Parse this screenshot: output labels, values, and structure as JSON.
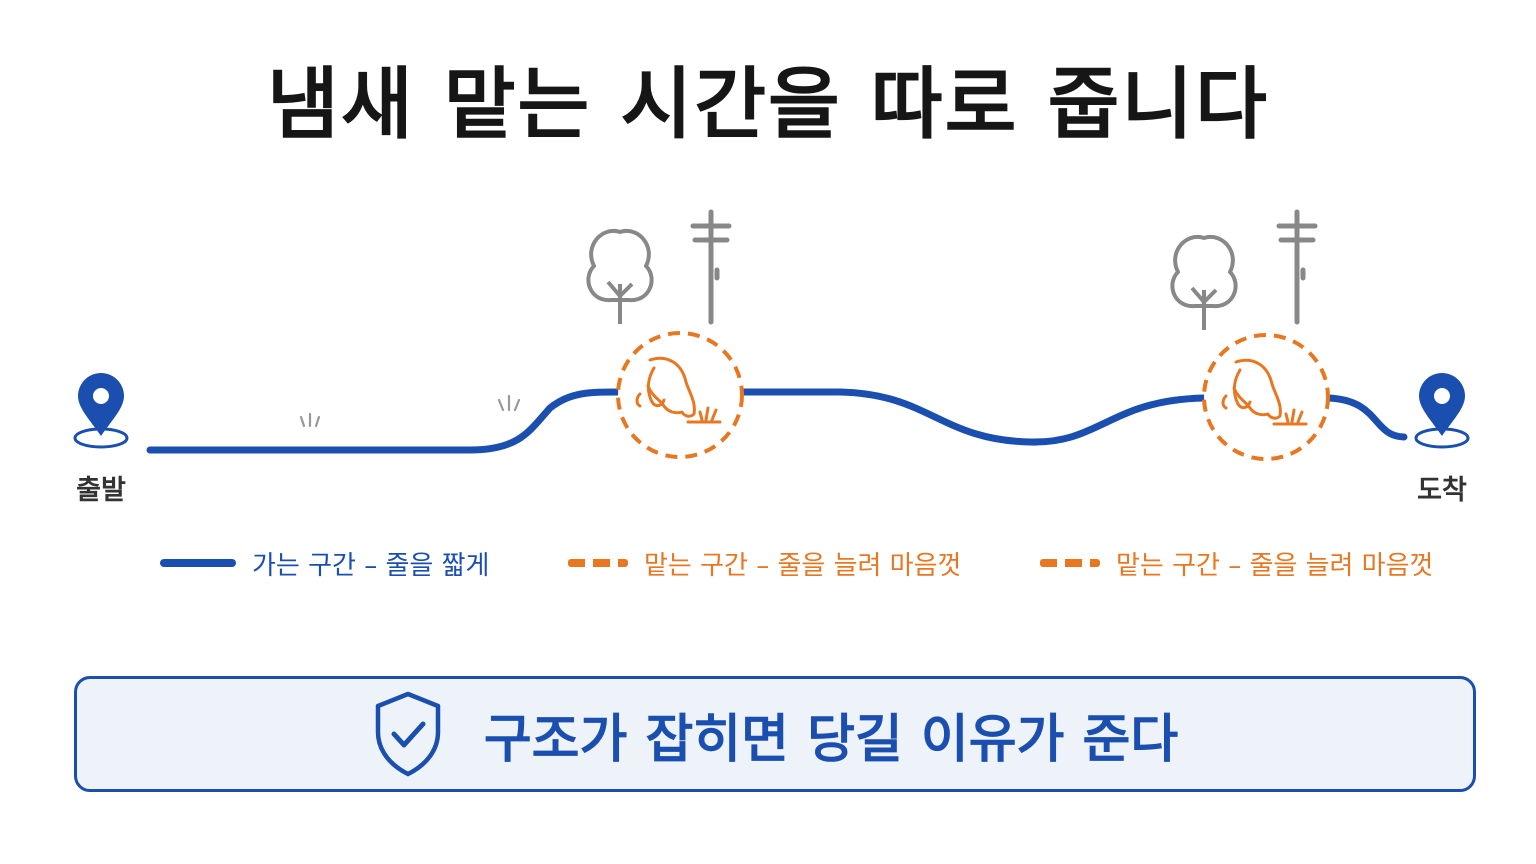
{
  "title": "냄새 맡는 시간을 따로 줍니다",
  "route": {
    "start_label": "출발",
    "end_label": "도착",
    "walk_color": "#1a4fb0",
    "sniff_color": "#e87722",
    "landmarks": [
      {
        "icons": [
          "tree-icon",
          "utility-pole-icon"
        ]
      },
      {
        "icons": [
          "tree-icon",
          "utility-pole-icon"
        ]
      }
    ],
    "sniff_stops": [
      {
        "icon": "sniffing-dog-icon"
      },
      {
        "icon": "sniffing-dog-icon"
      }
    ]
  },
  "legend": [
    {
      "style": "solid",
      "text": "가는 구간 – 줄을 짧게"
    },
    {
      "style": "dashed",
      "text": "맡는 구간 – 줄을 늘려 마음껏"
    },
    {
      "style": "dashed",
      "text": "맡는 구간 – 줄을 늘려 마음껏"
    }
  ],
  "callout": {
    "icon": "shield-check-icon",
    "text": "구조가 잡히면 당길 이유가 준다"
  }
}
